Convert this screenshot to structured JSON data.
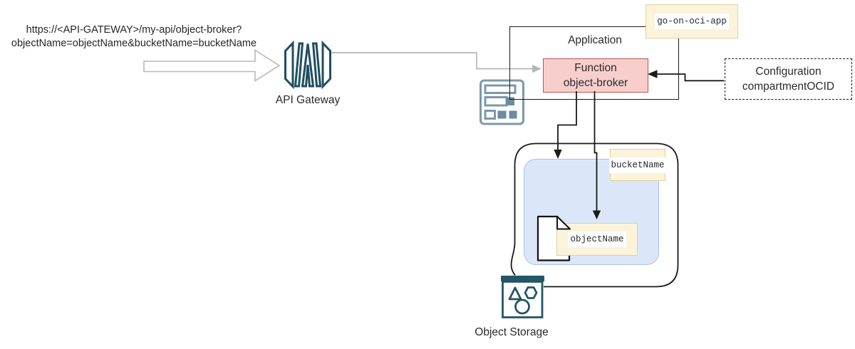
{
  "nodes": {
    "request_url": {
      "line1": "https://<API-GATEWAY>/my-api/object-broker?",
      "line2": "objectName=objectName&bucketName=bucketName"
    },
    "api_gateway": {
      "label": "API Gateway"
    },
    "application": {
      "label": "Application",
      "tag": "go-on-oci-app"
    },
    "function": {
      "title": "Function",
      "name": "object-broker"
    },
    "configuration": {
      "title": "Configuration",
      "value": "compartmentOCID"
    },
    "bucket": {
      "tag": "bucketName"
    },
    "object": {
      "tag": "objectName"
    },
    "object_storage": {
      "label": "Object Storage"
    }
  },
  "icons": {
    "api_gateway": "api-gateway-icon",
    "application_form": "application-form-icon",
    "object_storage": "object-storage-icon",
    "document": "document-icon",
    "request_arrow": "block-arrow-right-icon"
  },
  "colors": {
    "function_fill": "#f8cecc",
    "function_stroke": "#b85450",
    "note_fill": "#fbf3da",
    "note_stroke": "#e4cf9c",
    "bucket_fill": "#dbe7f8",
    "bucket_stroke": "#abc0e2",
    "icon_teal": "#1f4f5f",
    "icon_slate": "#7d98a9",
    "line_black": "#1a1a1a",
    "line_gray": "#b5b5b5"
  }
}
